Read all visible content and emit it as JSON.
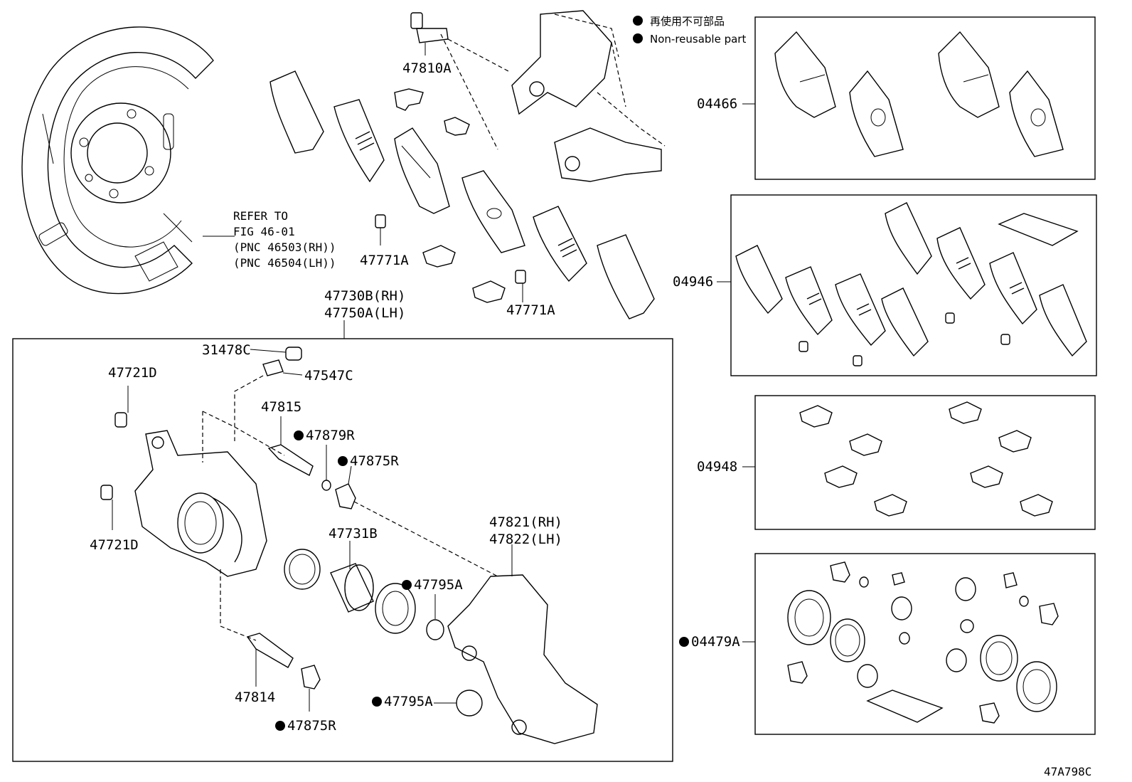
{
  "legend": {
    "line1": "再使用不可部品",
    "line2": "Non-reusable part"
  },
  "figure_code": "47A798C",
  "refer_note": {
    "line1": "REFER TO",
    "line2": "FIG 46-01",
    "line3": "(PNC 46503(RH))",
    "line4": "(PNC 46504(LH))"
  },
  "labels": {
    "p47810A": "47810A",
    "p47771A_1": "47771A",
    "p47771A_2": "47771A",
    "p47730B": "47730B(RH)",
    "p47750A": "47750A(LH)",
    "p31478C": "31478C",
    "p47547C": "47547C",
    "p47721D_1": "47721D",
    "p47721D_2": "47721D",
    "p47815": "47815",
    "p47879R": "47879R",
    "p47875R_1": "47875R",
    "p47875R_2": "47875R",
    "p47731B": "47731B",
    "p47821": "47821(RH)",
    "p47822": "47822(LH)",
    "p47795A_1": "47795A",
    "p47795A_2": "47795A",
    "p47814": "47814",
    "p04466": "04466",
    "p04946": "04946",
    "p04948": "04948",
    "p04479A": "04479A"
  }
}
